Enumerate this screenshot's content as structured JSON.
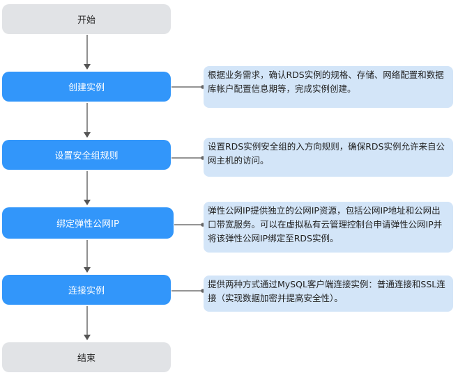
{
  "flow": {
    "start": "开始",
    "end": "结束",
    "steps": [
      {
        "label": "创建实例",
        "note": "根据业务需求，确认RDS实例的规格、存储、网络配置和数据库帐户配置信息期等，完成实例创建。"
      },
      {
        "label": "设置安全组规则",
        "note": "设置RDS实例安全组的入方向规则，确保RDS实例允许来自公网主机的访问。"
      },
      {
        "label": "绑定弹性公网IP",
        "note": "弹性公网IP提供独立的公网IP资源，包括公网IP地址和公网出口带宽服务。可以在虚拟私有云管理控制台申请弹性公网IP并将该弹性公网IP绑定至RDS实例。"
      },
      {
        "label": "连接实例",
        "note": "提供两种方式通过MySQL客户端连接实例：普通连接和SSL连接（实现数据加密并提高安全性）。"
      }
    ]
  },
  "colors": {
    "step": "#3296fa",
    "terminal": "#e1e3e6",
    "note": "#d3e5f8",
    "connector": "#555555"
  }
}
